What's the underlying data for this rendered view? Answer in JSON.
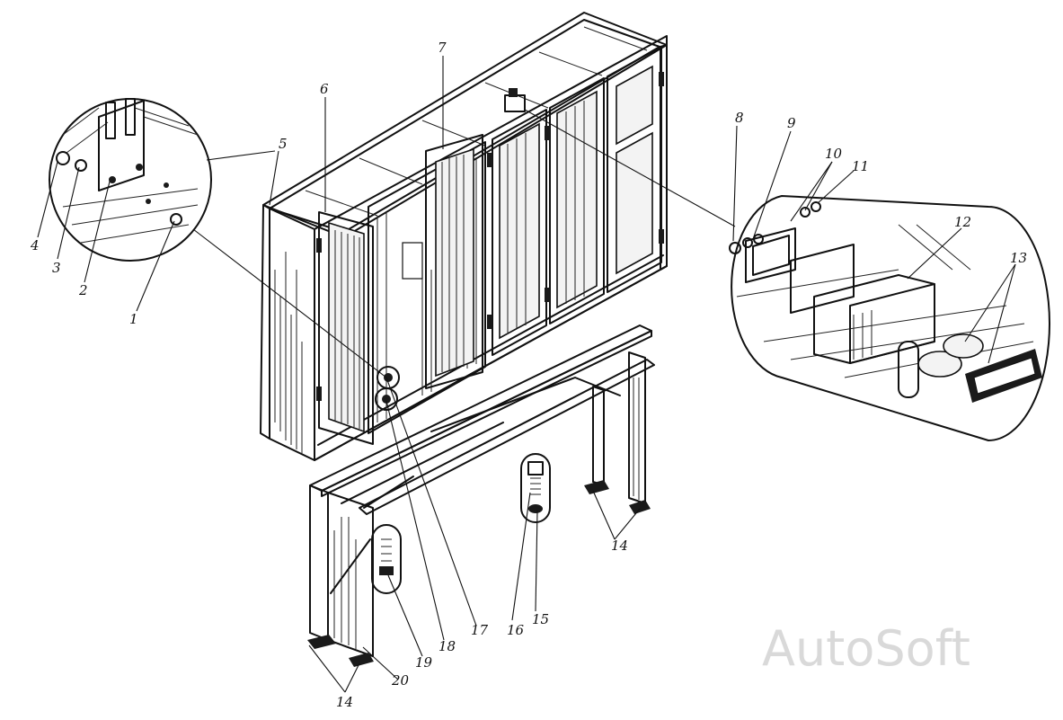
{
  "labels": {
    "l1": "1",
    "l2": "2",
    "l3": "3",
    "l4": "4",
    "l5": "5",
    "l6": "6",
    "l7": "7",
    "l8": "8",
    "l9": "9",
    "l10": "10",
    "l11": "11",
    "l12": "12",
    "l13": "13",
    "l14a": "14",
    "l14b": "14",
    "l15": "15",
    "l16": "16",
    "l17": "17",
    "l18": "18",
    "l19": "19",
    "l20": "20"
  },
  "watermark": "AutoSoft"
}
